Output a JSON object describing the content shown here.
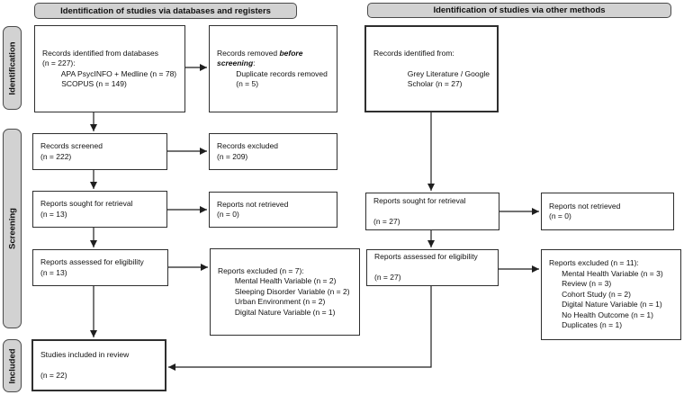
{
  "banners": {
    "left": "Identification of studies via databases and registers",
    "right": "Identification of studies via other methods"
  },
  "stages": {
    "identification": "Identification",
    "screening": "Screening",
    "included": "Included"
  },
  "colors": {
    "panel_grey": "#d2d2d2",
    "panel_border": "#4a4a4a",
    "box_border": "#2f2f2f",
    "box_bg": "#ffffff",
    "arrow": "#1f1f1f"
  },
  "boxes": {
    "db_identified": {
      "lines": [
        "Records identified from databases",
        "(n = 227):",
        "         APA PsycINFO + Medline (n = 78)",
        "         SCOPUS (n = 149)"
      ]
    },
    "removed_before_screening": {
      "lines": [
        "Records removed **before**",
        "**screening**:",
        "         Duplicate records removed",
        "         (n = 5)"
      ]
    },
    "records_screened": {
      "lines": [
        "Records screened",
        "(n = 222)"
      ]
    },
    "records_excluded": {
      "lines": [
        "Records excluded",
        "(n = 209)"
      ]
    },
    "reports_sought_db": {
      "lines": [
        "Reports sought for retrieval",
        "(n = 13)"
      ]
    },
    "reports_not_retrieved_db": {
      "lines": [
        "Reports not retrieved",
        "(n = 0)"
      ]
    },
    "reports_assessed_db": {
      "lines": [
        "Reports assessed for eligibility",
        "(n = 13)"
      ]
    },
    "reports_excluded_db": {
      "lines": [
        "Reports excluded (n = 7):",
        "        Mental Health Variable (n = 2)",
        "        Sleeping Disorder Variable (n = 2)",
        "        Urban Environment (n = 2)",
        "        Digital Nature Variable (n = 1)"
      ]
    },
    "studies_included": {
      "lines": [
        "Studies included in review",
        "",
        "(n = 22)"
      ]
    },
    "other_identified": {
      "lines": [
        "Records identified from:",
        "",
        "                Grey Literature / Google",
        "                Scholar (n = 27)"
      ]
    },
    "reports_sought_other": {
      "lines": [
        "Reports sought for retrieval",
        "",
        "(n = 27)"
      ]
    },
    "reports_not_retrieved_other": {
      "lines": [
        "Reports not retrieved",
        "(n = 0)"
      ]
    },
    "reports_assessed_other": {
      "lines": [
        "Reports assessed for eligibility",
        "",
        "(n = 27)"
      ]
    },
    "reports_excluded_other": {
      "lines": [
        "Reports excluded (n = 11):",
        "      Mental Health Variable (n = 3)",
        "      Review (n = 3)",
        "      Cohort Study (n = 2)",
        "      Digital Nature Variable (n = 1)",
        "      No Health Outcome (n = 1)",
        "      Duplicates (n = 1)"
      ]
    }
  }
}
